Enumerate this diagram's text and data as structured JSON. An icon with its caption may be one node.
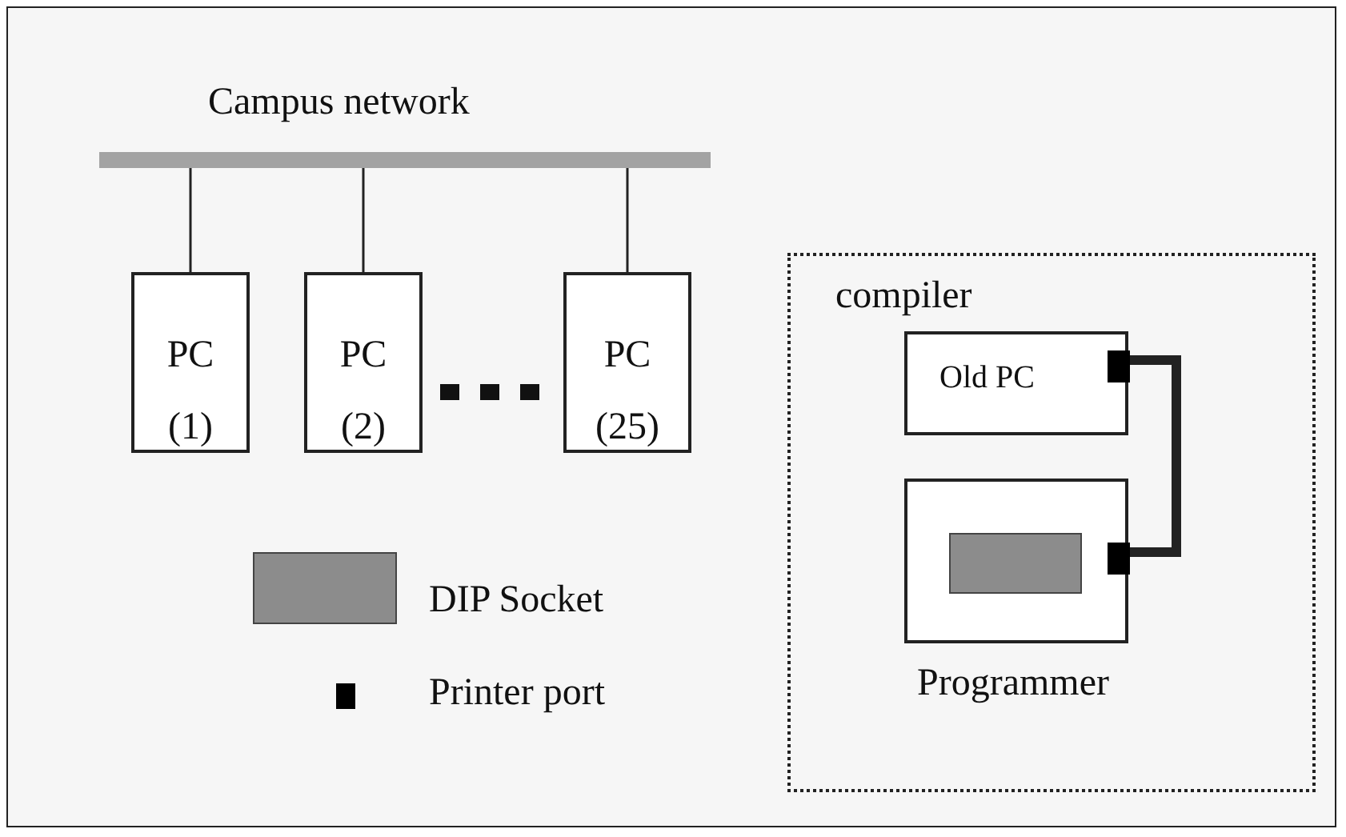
{
  "diagram": {
    "nodes": [
      {
        "text": [
          "Campus network"
        ]
      },
      {
        "text": [
          "PC (1)"
        ]
      },
      {
        "text": [
          "PC (2)"
        ]
      },
      {
        "text": [
          "PC (25)"
        ]
      },
      {
        "text": [
          "compiler"
        ]
      },
      {
        "text": [
          "Old PC"
        ],
        "in": 4
      },
      {
        "text": [
          "Programmer"
        ],
        "in": 4
      },
      {
        "text": [],
        "shape": "box",
        "in": 5
      },
      {
        "text": [],
        "shape": "box",
        "in": 6
      }
    ],
    "edges": [
      {
        "from": 0,
        "to": 1,
        "arrow": "none"
      },
      {
        "from": 0,
        "to": 2,
        "arrow": "none"
      },
      {
        "from": 0,
        "to": 3,
        "arrow": "none"
      },
      {
        "from": 7,
        "to": 8,
        "arrow": "none",
        "style": "thick"
      }
    ],
    "legend": [
      {
        "text": "DIP Socket",
        "color": "#8c8c8c"
      },
      {
        "text": "Printer port",
        "color": "#000000"
      }
    ]
  }
}
